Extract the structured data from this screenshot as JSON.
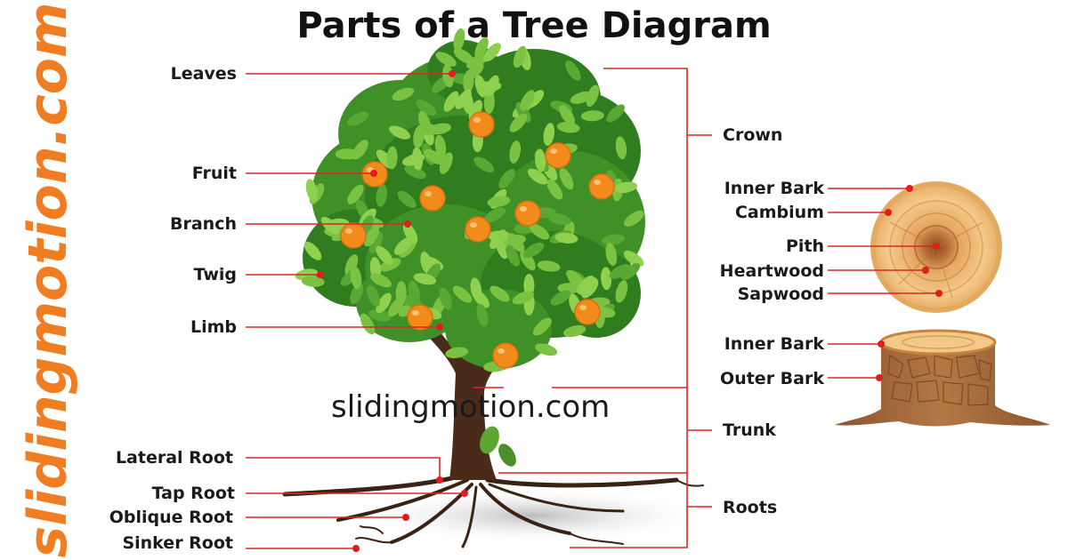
{
  "title": "Parts of a Tree Diagram",
  "watermark": "slidingmotion.com",
  "colors": {
    "line": "#d62828",
    "dot": "#e11d1d",
    "watermark": "#f07d22",
    "leaf_dark": "#2f7d1f",
    "leaf_light": "#7cc242",
    "fruit": "#f28a1c",
    "trunk": "#4a2a18",
    "wood_light": "#f1c27d",
    "wood_ring": "#e0a35c",
    "bark": "#a86a3c"
  },
  "labels": {
    "leaves": "Leaves",
    "fruit": "Fruit",
    "branch": "Branch",
    "twig": "Twig",
    "limb": "Limb",
    "lateral_root": "Lateral Root",
    "tap_root": "Tap Root",
    "oblique_root": "Oblique Root",
    "sinker_root": "Sinker Root",
    "crown": "Crown",
    "trunk": "Trunk",
    "roots": "Roots",
    "inner_bark_cross": "Inner Bark",
    "cambium": "Cambium",
    "pith": "Pith",
    "heartwood": "Heartwood",
    "sapwood": "Sapwood",
    "inner_bark_stump": "Inner Bark",
    "outer_bark": "Outer Bark"
  }
}
